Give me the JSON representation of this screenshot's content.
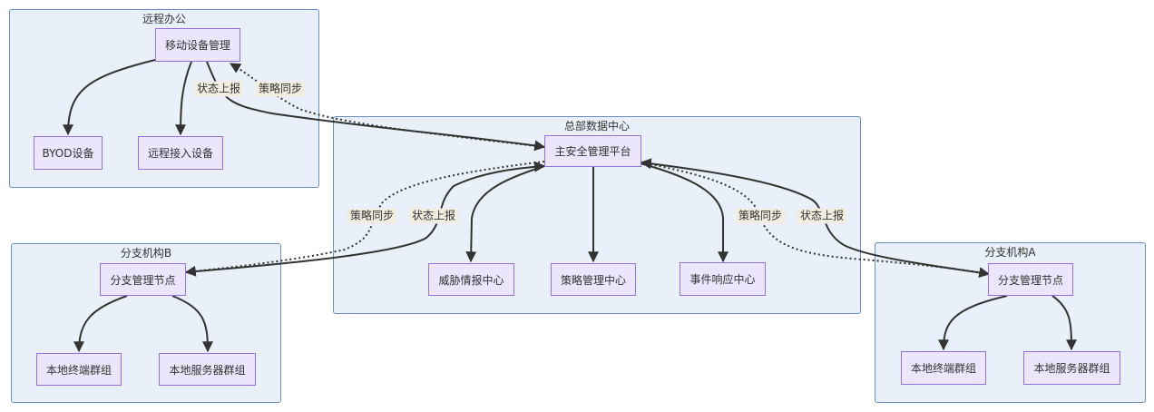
{
  "groups": {
    "remote": {
      "title": "远程办公"
    },
    "hq": {
      "title": "总部数据中心"
    },
    "branch_b": {
      "title": "分支机构B"
    },
    "branch_a": {
      "title": "分支机构A"
    }
  },
  "nodes": {
    "mdm": "移动设备管理",
    "byod": "BYOD设备",
    "remote_access": "远程接入设备",
    "main_platform": "主安全管理平台",
    "threat_intel": "威胁情报中心",
    "policy_center": "策略管理中心",
    "incident_center": "事件响应中心",
    "b_node": "分支管理节点",
    "b_terminals": "本地终端群组",
    "b_servers": "本地服务器群组",
    "a_node": "分支管理节点",
    "a_terminals": "本地终端群组",
    "a_servers": "本地服务器群组"
  },
  "edge_labels": {
    "remote_status": "状态上报",
    "remote_policy": "策略同步",
    "b_policy": "策略同步",
    "b_status": "状态上报",
    "a_policy": "策略同步",
    "a_status": "状态上报"
  },
  "colors": {
    "group_fill": "#e9f0f9",
    "group_border": "#6b8fc1",
    "node_fill": "#ebe6fb",
    "node_border": "#9370db",
    "edge": "#333333",
    "label_bg": "#f1ede0"
  }
}
